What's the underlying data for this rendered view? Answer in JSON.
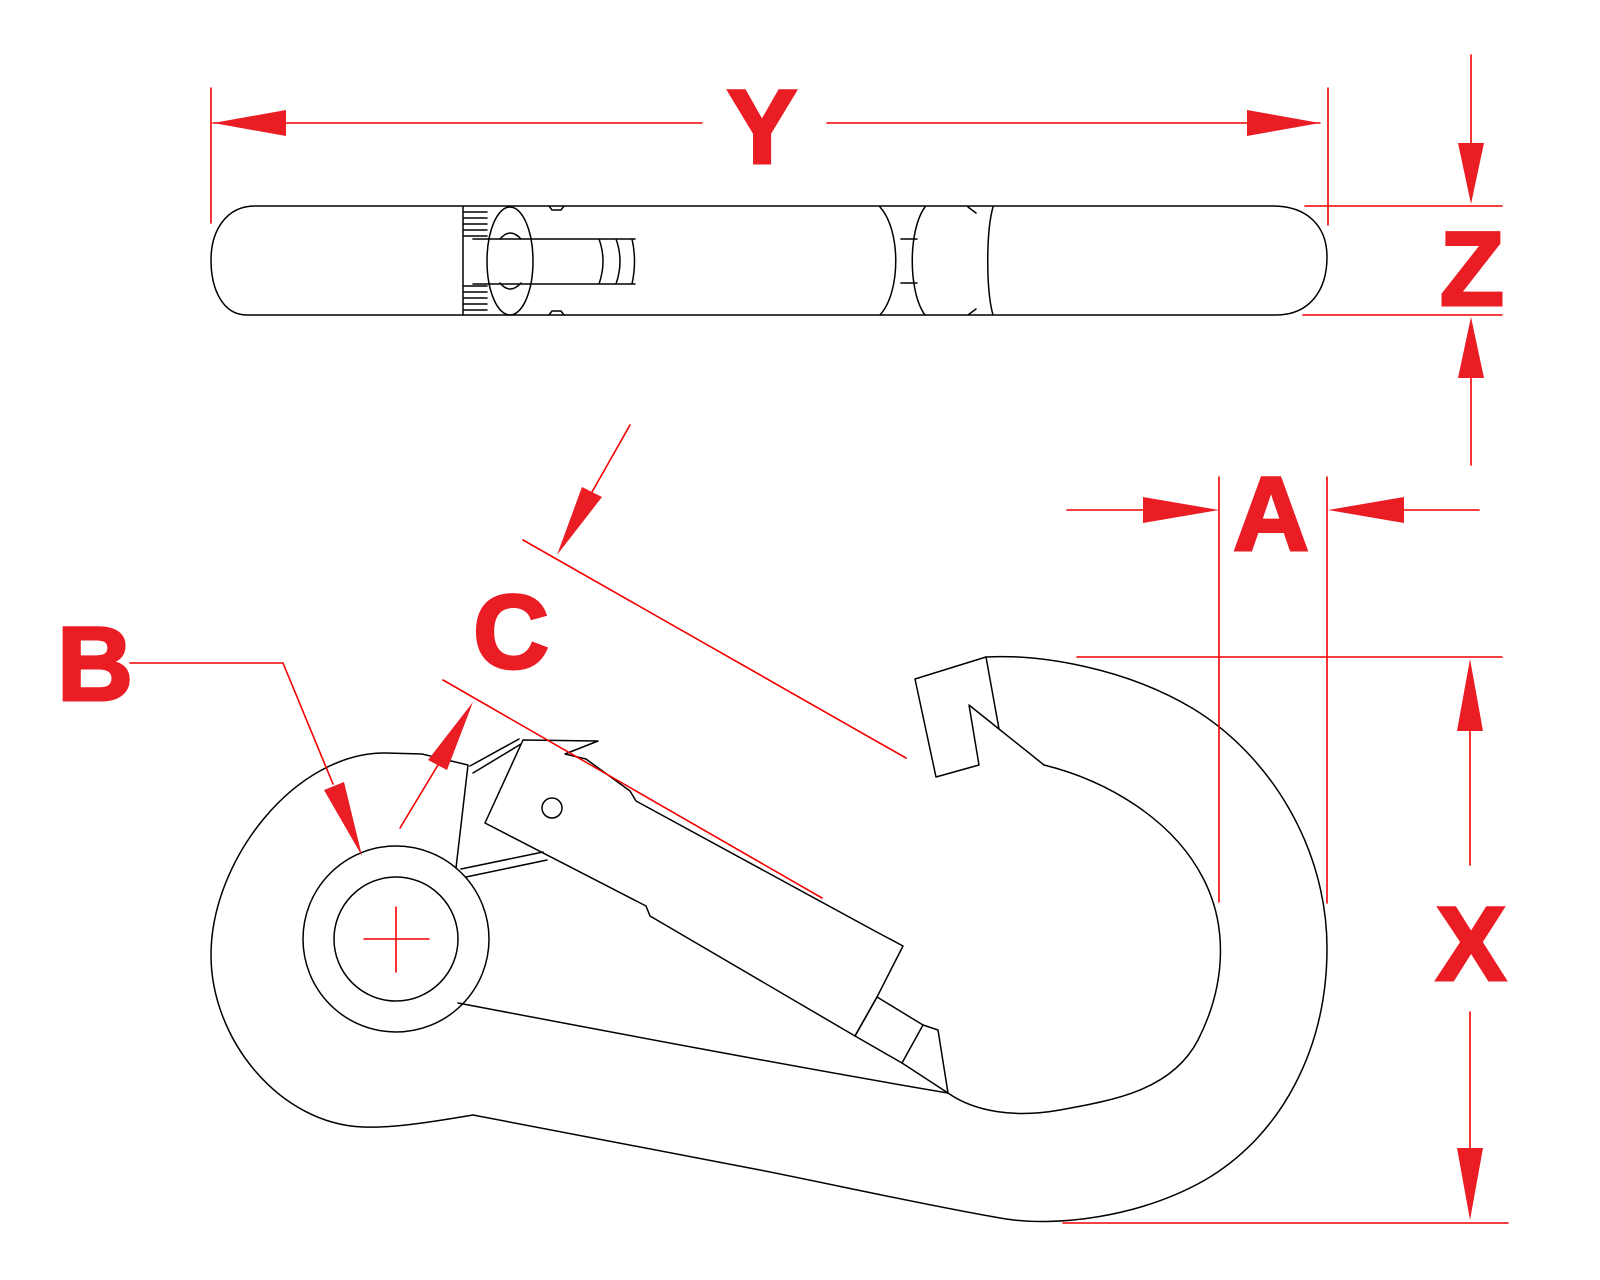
{
  "drawing": {
    "labels": {
      "y": "Y",
      "z": "Z",
      "a": "A",
      "b": "B",
      "c": "C",
      "x": "X"
    },
    "colors": {
      "dimension_red": "#ea1c24",
      "dimension_line_red": "#f40000",
      "outline_black": "#000000",
      "background": "#ffffff"
    }
  }
}
